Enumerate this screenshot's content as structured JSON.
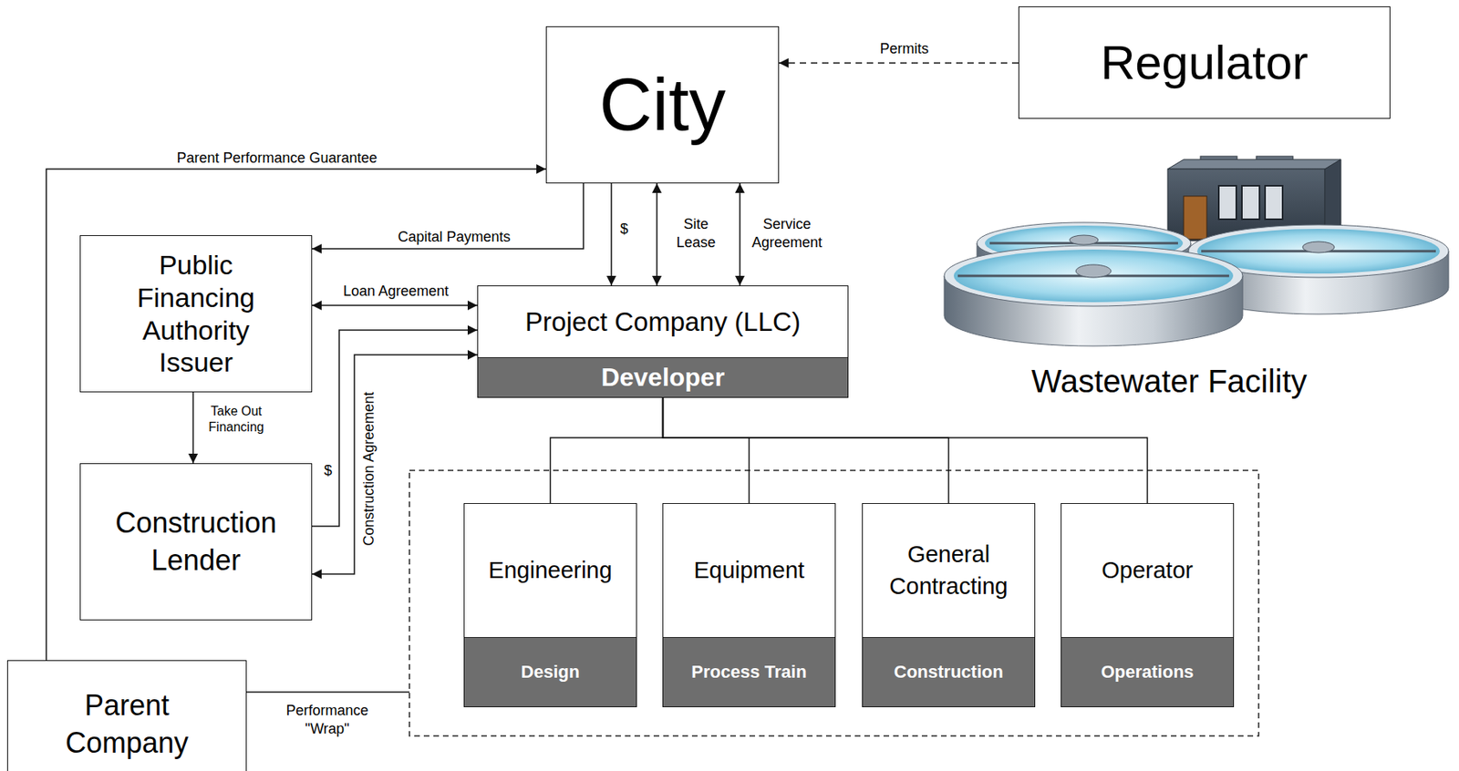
{
  "diagram": {
    "nodes": [
      {
        "text": [
          "City"
        ]
      },
      {
        "text": [
          "Regulator"
        ]
      },
      {
        "text": [
          "Public Financing Authority Issuer"
        ]
      },
      {
        "text": [
          "Project Company (LLC)",
          "Developer"
        ]
      },
      {
        "text": [
          "Construction Lender"
        ]
      },
      {
        "text": [
          "Engineering",
          "Design"
        ]
      },
      {
        "text": [
          "Equipment",
          "Process Train"
        ]
      },
      {
        "text": [
          "General Contracting",
          "Construction"
        ]
      },
      {
        "text": [
          "Operator",
          "Operations"
        ]
      },
      {
        "text": [
          "Parent Company"
        ]
      }
    ],
    "edges": [
      {
        "from": 1,
        "to": 0,
        "label": "Permits",
        "arrow": "to"
      },
      {
        "from": 9,
        "to": 0,
        "label": "Parent Performance Guarantee",
        "arrow": "to"
      },
      {
        "from": 0,
        "to": 2,
        "label": "Capital Payments",
        "arrow": "to"
      },
      {
        "from": 0,
        "to": 3,
        "label": "$",
        "arrow": "to"
      },
      {
        "from": 0,
        "to": 3,
        "label": "Site Lease",
        "arrow": "both"
      },
      {
        "from": 0,
        "to": 3,
        "label": "Service Agreement",
        "arrow": "both"
      },
      {
        "from": 2,
        "to": 3,
        "label": "Loan Agreement",
        "arrow": "both"
      },
      {
        "from": 2,
        "to": 4,
        "label": "Take Out Financing",
        "arrow": "to"
      },
      {
        "from": 4,
        "to": 3,
        "label": "$",
        "arrow": "to"
      },
      {
        "from": 4,
        "to": 3,
        "label": "Construction Agreement",
        "arrow": "both"
      },
      {
        "from": 3,
        "to": 5,
        "arrow": "none"
      },
      {
        "from": 3,
        "to": 6,
        "arrow": "none"
      },
      {
        "from": 3,
        "to": 7,
        "arrow": "none"
      },
      {
        "from": 3,
        "to": 8,
        "arrow": "none"
      }
    ],
    "labels": [
      "Wastewater Facility",
      "Performance \"Wrap\""
    ]
  }
}
